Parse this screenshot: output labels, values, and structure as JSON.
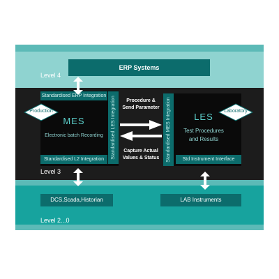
{
  "colors": {
    "teal": "#5cbab7",
    "dark_teal": "#0c6c6c",
    "band_light": "#8fd3d0",
    "black": "#1a1a1a",
    "white": "#ffffff"
  },
  "level4": {
    "label": "Level 4",
    "erp": "ERP Systems"
  },
  "level3": {
    "label": "Level 3"
  },
  "level2": {
    "label": "Level 2...0",
    "dcs": "DCS,Scada,Historian",
    "lab": "LAB Instruments"
  },
  "mes": {
    "title": "MES",
    "subtitle": "Electronic batch Recording",
    "top_bar": "Standardised ERP Integration",
    "bottom_bar": "Standardised L2 Integration",
    "side_bar": "Standardised LES Integration",
    "badge": "Production"
  },
  "les": {
    "title": "LES",
    "line1": "Test Procedures",
    "line2": "and Results",
    "side_bar": "Standardised MES Integration",
    "bottom_bar": "Std Instrument Interface",
    "badge": "Laboratory"
  },
  "arrows": {
    "top_label_1": "Procedure &",
    "top_label_2": "Send Parameter",
    "bottom_label_1": "Capture Actual",
    "bottom_label_2": "Values & Status"
  }
}
